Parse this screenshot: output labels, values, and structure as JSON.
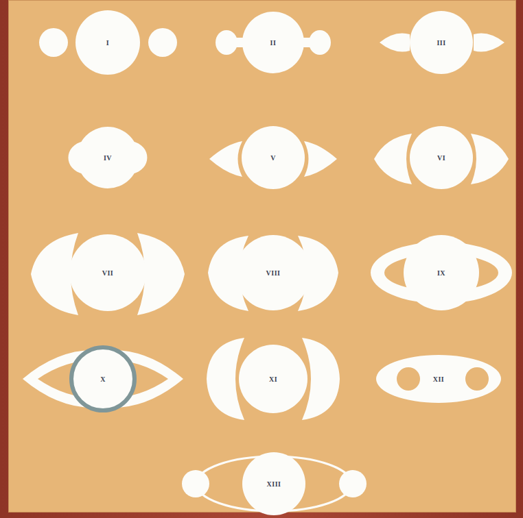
{
  "diagram": {
    "nodes": [
      {
        "text": [
          "I"
        ]
      },
      {
        "text": [
          "II"
        ]
      },
      {
        "text": [
          "III"
        ]
      },
      {
        "text": [
          "IV"
        ]
      },
      {
        "text": [
          "V"
        ]
      },
      {
        "text": [
          "VI"
        ]
      },
      {
        "text": [
          "VII"
        ]
      },
      {
        "text": [
          "VIII"
        ]
      },
      {
        "text": [
          "IX"
        ]
      },
      {
        "text": [
          "X"
        ]
      },
      {
        "text": [
          "XI"
        ]
      },
      {
        "text": [
          "XII"
        ]
      },
      {
        "text": [
          "XIII"
        ]
      }
    ]
  }
}
